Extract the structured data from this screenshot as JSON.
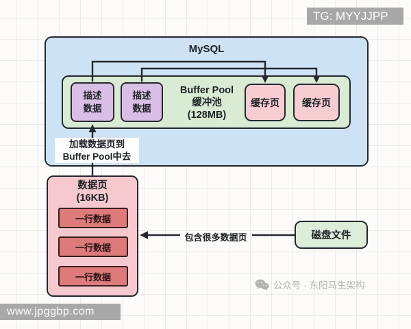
{
  "colors": {
    "page-bg": "#fcfbfa",
    "grid-line": "#efe9e5",
    "mysql-fill": "#cde2f4",
    "buffer-pool-fill": "#d9ecd3",
    "describe-fill": "#d9bfe5",
    "cache-page-fill": "#f8cdd2",
    "data-page-fill": "#f5c9cd",
    "row-fill": "#dd7a7a",
    "disk-fill": "#ddeed8",
    "stroke": "#23282e",
    "badge-bg": "#a8a8a8",
    "watermark-gray": "#b5b1ad"
  },
  "badges": {
    "tg": "TG: MYYJJPP",
    "site": "www.jpggbp.com"
  },
  "mysql": {
    "title": "MySQL",
    "load_label": "加载数据页到\nBuffer Pool中去"
  },
  "buffer_pool": {
    "title": "Buffer Pool\n缓冲池\n(128MB)",
    "describe_1": "描述\n数据",
    "describe_2": "描述\n数据",
    "cache_1": "缓存页",
    "cache_2": "缓存页"
  },
  "data_page": {
    "title": "数据页",
    "subtitle": "(16KB)",
    "rows": [
      "一行数据",
      "一行数据",
      "一行数据"
    ]
  },
  "disk": {
    "label": "磁盘文件"
  },
  "arrows": {
    "contains_label": "包含很多数据页"
  },
  "watermark": {
    "text": "公众号 · 东阳马生架构"
  }
}
